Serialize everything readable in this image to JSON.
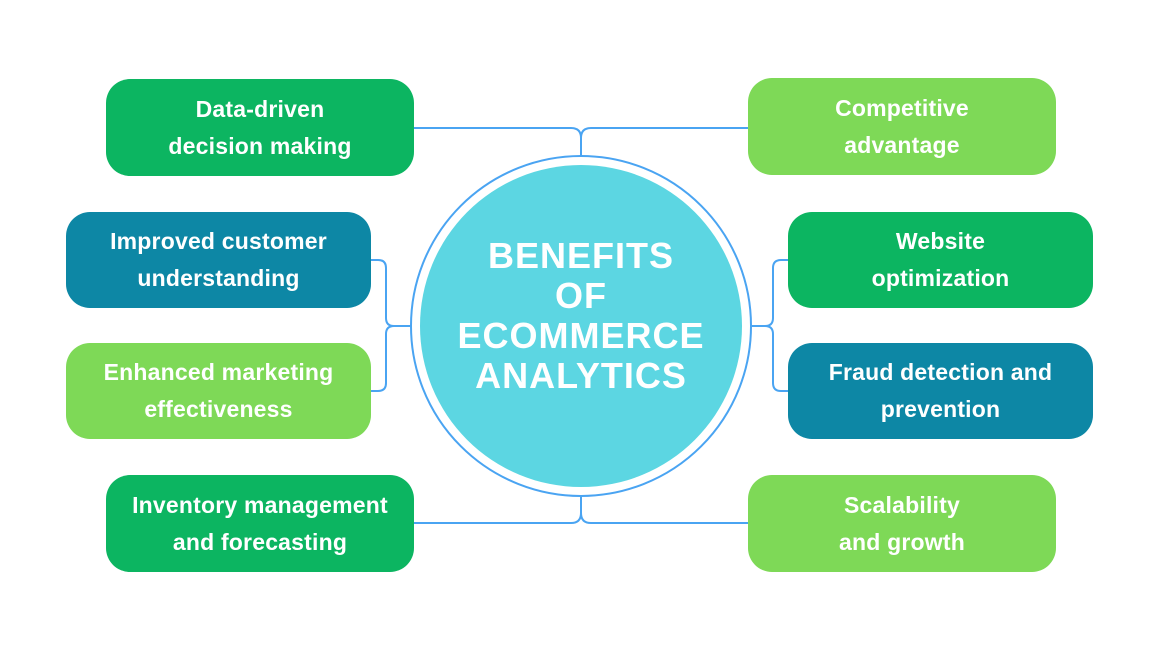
{
  "diagram_title": "BENEFITS OF ECOMMERCE ANALYTICS",
  "colors": {
    "canvas_bg": "#ffffff",
    "green": "#0cb561",
    "light_green": "#7ed957",
    "teal": "#0d87a5",
    "circle_fill": "#5cd6e2",
    "connector_blue": "#4aa4f2",
    "text_white": "#ffffff"
  },
  "center": {
    "lines": [
      "BENEFITS",
      "OF",
      "ECOMMERCE",
      "ANALYTICS"
    ]
  },
  "nodes": [
    {
      "id": "data-driven-decision-making",
      "lines": [
        "Data-driven",
        "decision making"
      ],
      "color_key": "green",
      "side": "left"
    },
    {
      "id": "improved-customer-understanding",
      "lines": [
        "Improved customer",
        "understanding"
      ],
      "color_key": "teal",
      "side": "left"
    },
    {
      "id": "enhanced-marketing-effectiveness",
      "lines": [
        "Enhanced marketing",
        "effectiveness"
      ],
      "color_key": "light_green",
      "side": "left"
    },
    {
      "id": "inventory-management-and-forecasting",
      "lines": [
        "Inventory management",
        "and forecasting"
      ],
      "color_key": "green",
      "side": "left"
    },
    {
      "id": "competitive-advantage",
      "lines": [
        "Competitive",
        "advantage"
      ],
      "color_key": "light_green",
      "side": "right"
    },
    {
      "id": "website-optimization",
      "lines": [
        "Website",
        "optimization"
      ],
      "color_key": "green",
      "side": "right"
    },
    {
      "id": "fraud-detection-and-prevention",
      "lines": [
        "Fraud detection and",
        "prevention"
      ],
      "color_key": "teal",
      "side": "right"
    },
    {
      "id": "scalability-and-growth",
      "lines": [
        "Scalability",
        "and growth"
      ],
      "color_key": "light_green",
      "side": "right"
    }
  ]
}
